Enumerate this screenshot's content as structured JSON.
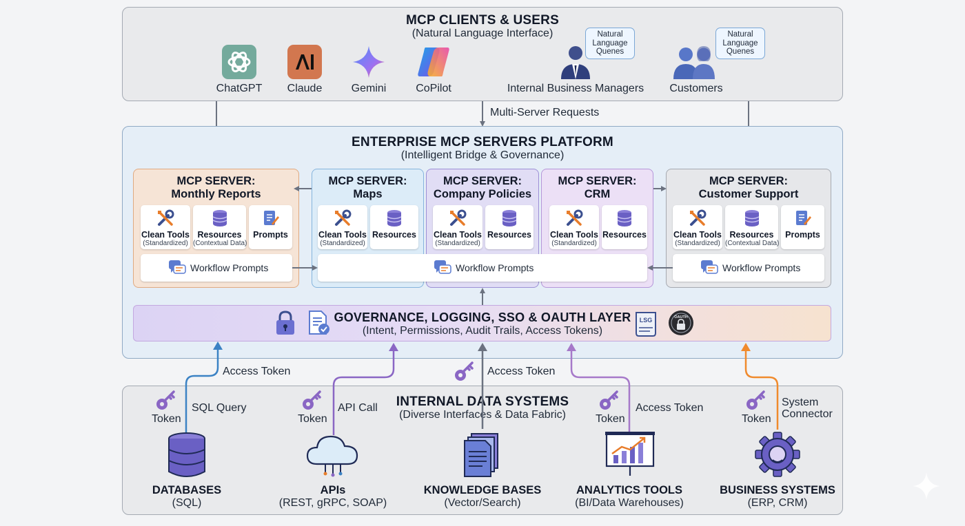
{
  "clients": {
    "title": "MCP CLIENTS & USERS",
    "subtitle": "(Natural Language Interface)",
    "items": [
      {
        "label": "ChatGPT",
        "icon": "chatgpt-icon"
      },
      {
        "label": "Claude",
        "icon": "claude-icon"
      },
      {
        "label": "Gemini",
        "icon": "gemini-icon"
      },
      {
        "label": "CoPilot",
        "icon": "copilot-icon"
      },
      {
        "label": "Internal Business Managers",
        "icon": "manager-icon"
      },
      {
        "label": "Customers",
        "icon": "customers-icon"
      }
    ],
    "bubble_text": [
      "Natural",
      "Language",
      "Quenes"
    ]
  },
  "connector_top": "Multi-Server Requests",
  "platform": {
    "title": "ENTERPRISE MCP SERVERS PLATFORM",
    "subtitle": "(Intelligent Bridge & Governance)",
    "servers": [
      {
        "line1": "MCP SERVER:",
        "line2": "Monthly Reports"
      },
      {
        "line1": "MCP SERVER:",
        "line2": "Maps"
      },
      {
        "line1": "MCP SERVER:",
        "line2": "Company Policies"
      },
      {
        "line1": "MCP SERVER:",
        "line2": "CRM"
      },
      {
        "line1": "MCP SERVER:",
        "line2": "Customer Support"
      }
    ],
    "cards": {
      "clean_tools": "Clean Tools",
      "clean_tools_sub": "(Standardized)",
      "resources": "Resources",
      "resources_sub": "(Contextual Data)",
      "prompts": "Prompts",
      "workflow": "Workflow Prompts"
    },
    "governance": {
      "title": "GOVERNANCE, LOGGING, SSO & OAUTH LAYER",
      "subtitle": "(Intent, Permissions, Audit Trails, Access Tokens)",
      "log_icon_text": "LSG",
      "oauth_icon_text": "OAUTH"
    }
  },
  "flows": {
    "access_token": "Access Token",
    "token": "Token",
    "sql_query": "SQL Query",
    "api_call": "API Call",
    "system_connector": [
      "System",
      "Connector"
    ]
  },
  "data_systems": {
    "title": "INTERNAL DATA SYSTEMS",
    "subtitle": "(Diverse Interfaces & Data Fabric)",
    "items": [
      {
        "name": "DATABASES",
        "sub": "(SQL)",
        "icon": "database-icon"
      },
      {
        "name": "APIs",
        "sub": "(REST, gRPC, SOAP)",
        "icon": "cloud-api-icon"
      },
      {
        "name": "KNOWLEDGE BASES",
        "sub": "(Vector/Search)",
        "icon": "documents-icon"
      },
      {
        "name": "ANALYTICS TOOLS",
        "sub": "(BI/Data Warehouses)",
        "icon": "analytics-board-icon"
      },
      {
        "name": "BUSINESS SYSTEMS",
        "sub": "(ERP, CRM)",
        "icon": "gear-icon"
      }
    ]
  },
  "colors": {
    "monthly_reports": "#f6e4d6",
    "maps": "#dcecf8",
    "company_policies": "#e1ddf5",
    "crm": "#ece0f6",
    "customer_support": "#e6e7ea",
    "flow_blue": "#3b82c4",
    "flow_purple": "#8a66c4",
    "flow_orange": "#f08a2c",
    "flow_gray": "#6b7280"
  }
}
